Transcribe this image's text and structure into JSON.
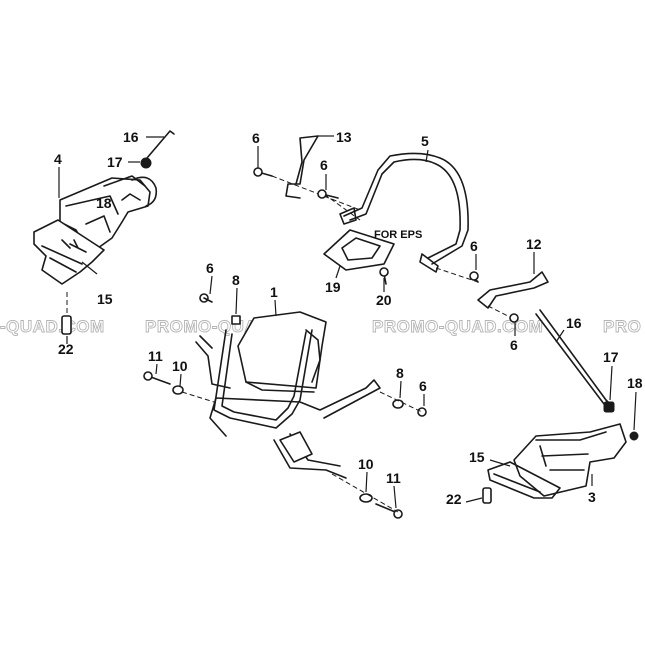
{
  "diagram": {
    "note": "FOR EPS",
    "watermark": [
      "-QUAD.COM",
      "PROMO-QUAD.COM",
      "PROMO-QUAD.COM",
      "PRO"
    ],
    "callouts": {
      "c16a": "16",
      "c17a": "17",
      "c4": "4",
      "c18a": "18",
      "c15a": "15",
      "c22a": "22",
      "c6a": "6",
      "c13": "13",
      "c6b": "6",
      "c5": "5",
      "c19": "19",
      "c20": "20",
      "c6c": "6",
      "c12": "12",
      "c6d": "6",
      "c6e": "6",
      "c8a": "8",
      "c1": "1",
      "c11a": "11",
      "c10a": "10",
      "c8b": "8",
      "c6f": "6",
      "c10b": "10",
      "c11b": "11",
      "c16b": "16",
      "c17b": "17",
      "c18b": "18",
      "c15b": "15",
      "c22b": "22",
      "c3": "3"
    }
  }
}
